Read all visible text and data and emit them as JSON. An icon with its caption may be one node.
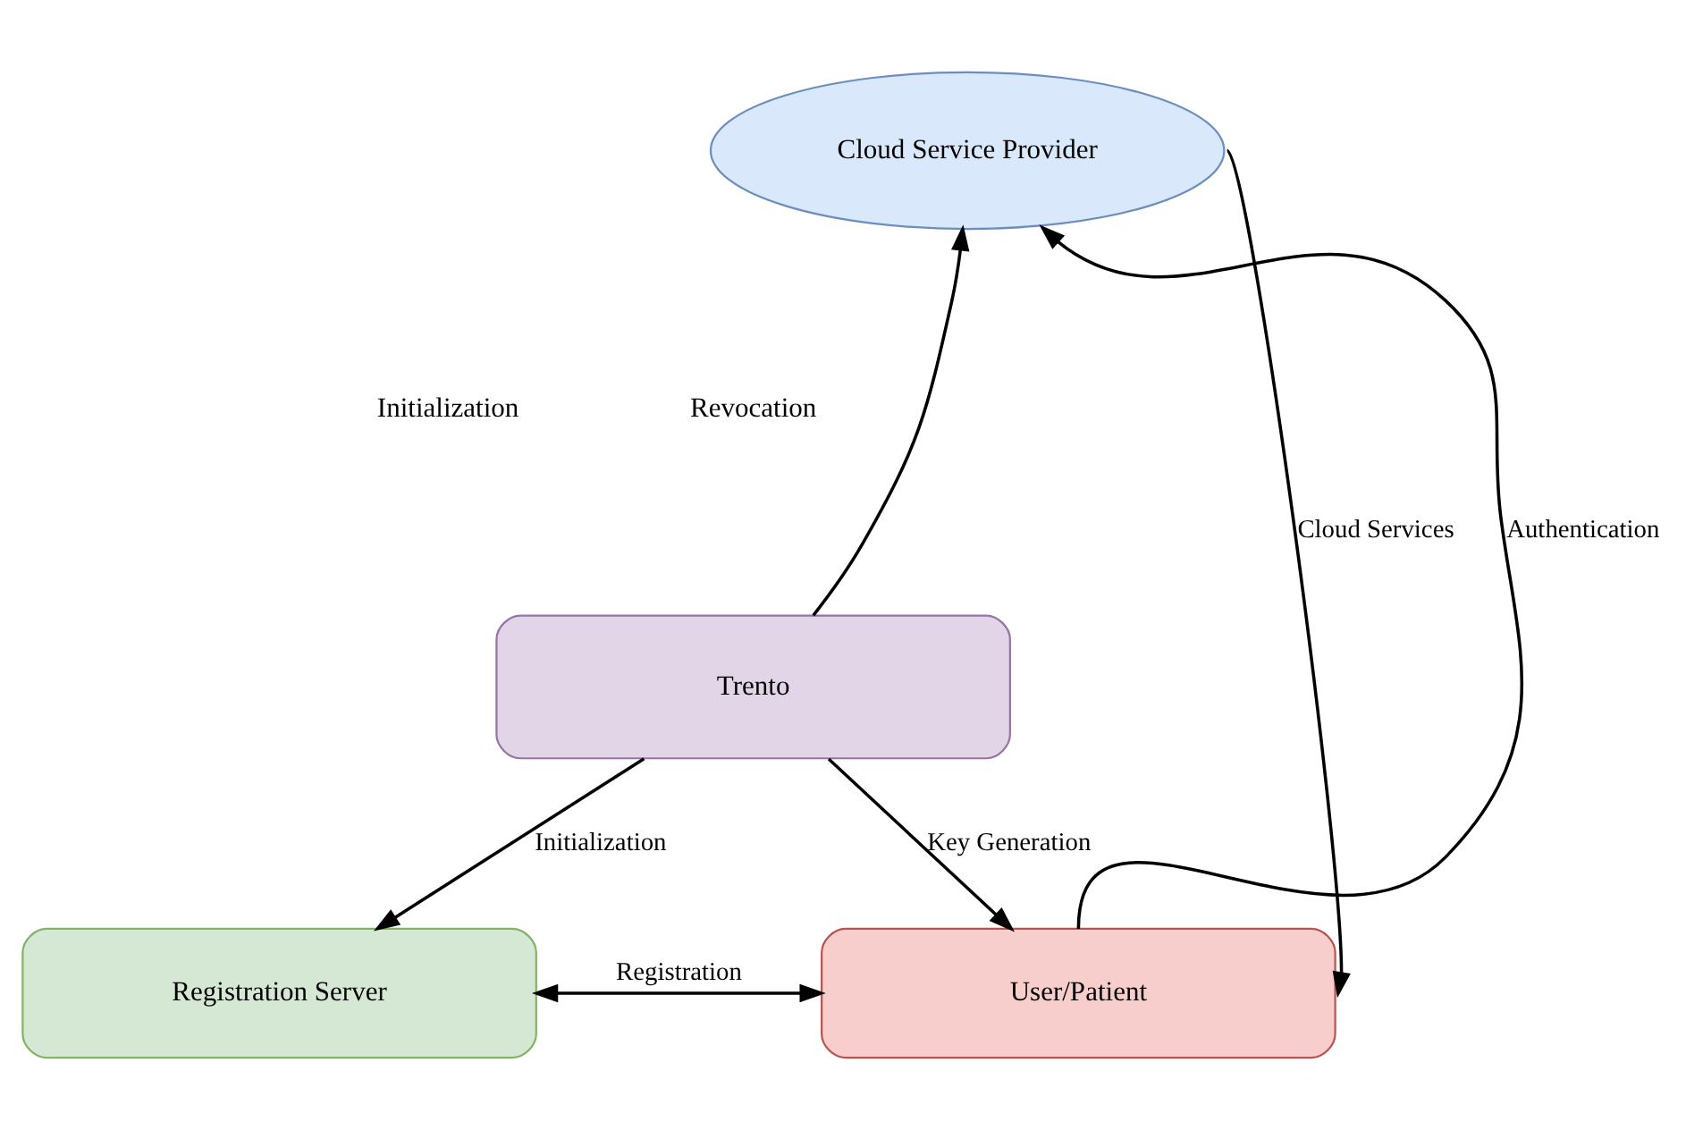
{
  "diagram": {
    "nodes": [
      {
        "text": [
          "Cloud Service Provider"
        ]
      },
      {
        "text": [
          "Trento"
        ]
      },
      {
        "text": [
          "Registration Server"
        ]
      },
      {
        "text": [
          "User/Patient"
        ]
      }
    ],
    "edges": [
      {
        "from": 1,
        "to": 0,
        "arrow": "to"
      },
      {
        "from": 1,
        "to": 2,
        "arrow": "to",
        "label": "Initialization"
      },
      {
        "from": 1,
        "to": 3,
        "arrow": "to",
        "label": "Key Generation"
      },
      {
        "from": 2,
        "to": 3,
        "arrow": "both",
        "label": "Registration"
      },
      {
        "from": 3,
        "to": 0,
        "arrow": "to",
        "label": "Authentication"
      },
      {
        "from": 0,
        "to": 3,
        "arrow": "to",
        "label": "Cloud Services"
      }
    ],
    "labels": [
      "Initialization",
      "Revocation"
    ]
  }
}
